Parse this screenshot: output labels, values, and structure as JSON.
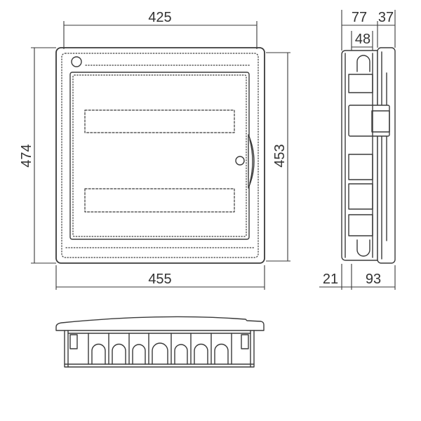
{
  "dimensions": {
    "front_top": "425",
    "front_left": "474",
    "front_right": "453",
    "front_bottom": "455",
    "side_top_body": "77",
    "side_top_cover": "37",
    "side_inner": "48",
    "side_bottom_left": "21",
    "side_bottom_right": "93"
  },
  "colors": {
    "line": "#3a3a3a",
    "background": "#ffffff"
  }
}
